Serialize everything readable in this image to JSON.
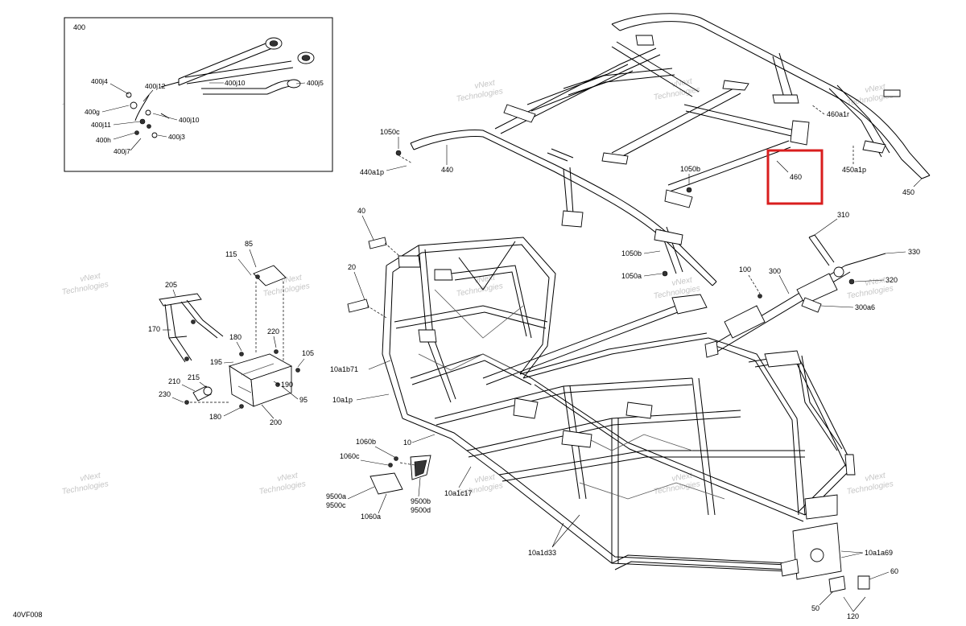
{
  "diagram": {
    "figure_code": "40VF008",
    "highlight_color": "#d91e1e",
    "watermark": {
      "line1": "vNext",
      "line2": "Technologies"
    },
    "inset": {
      "label": "400",
      "callouts": [
        "400j4",
        "400j12",
        "400j10",
        "400j5",
        "400g",
        "400j10",
        "400j11",
        "400h",
        "400j3",
        "400j7"
      ]
    },
    "callouts": {
      "c1050c": "1050c",
      "c440a1p": "440a1p",
      "c440": "440",
      "c1050b_top": "1050b",
      "c460": "460",
      "c460a1r": "460a1r",
      "c450a1p": "450a1p",
      "c450": "450",
      "c40": "40",
      "c20": "20",
      "c85": "85",
      "c115": "115",
      "c205": "205",
      "c170": "170",
      "c180a": "180",
      "c220": "220",
      "c195": "195",
      "c105": "105",
      "c210": "210",
      "c215": "215",
      "c230": "230",
      "c190": "190",
      "c95": "95",
      "c180b": "180",
      "c200": "200",
      "c10a1b71": "10a1b71",
      "c10a1p": "10a1p",
      "c10": "10",
      "c1060b": "1060b",
      "c1060c": "1060c",
      "c9500a": "9500a",
      "c9500c": "9500c",
      "c1060a": "1060a",
      "c9500b": "9500b",
      "c9500d": "9500d",
      "c10a1c17": "10a1c17",
      "c10a1d33": "10a1d33",
      "c1050b_mid": "1050b",
      "c1050a": "1050a",
      "c310": "310",
      "c330": "330",
      "c100": "100",
      "c300": "300",
      "c320": "320",
      "c300a6": "300a6",
      "c10a1a69": "10a1a69",
      "c60": "60",
      "c50": "50",
      "c120": "120"
    }
  }
}
